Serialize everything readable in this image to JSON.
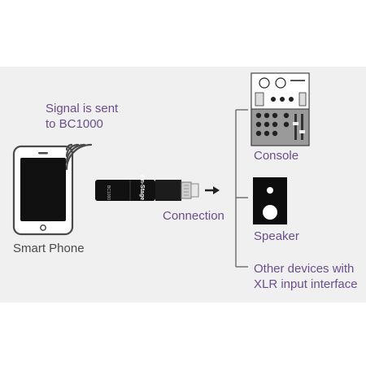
{
  "signal_label": [
    "Signal is sent",
    "to BC1000"
  ],
  "phone_label": "Smart Phone",
  "connection_label": "Connection",
  "device_brand": "On-Stage",
  "device_model": "BC1000",
  "console_label": "Console",
  "speaker_label": "Speaker",
  "other_label": [
    "Other devices with",
    "XLR input interface"
  ],
  "colors": {
    "label_purple": "#6b4e8d",
    "label_gray": "#4a4a4a",
    "panel_bg": "#f0f0f0",
    "device_black": "#111111"
  }
}
